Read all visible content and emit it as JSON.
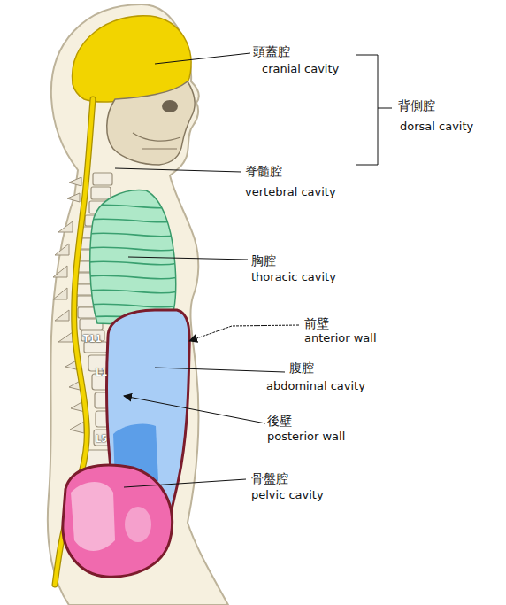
{
  "diagram": {
    "labels": [
      "頭蓋腔",
      "cranial cavity",
      "背側腔",
      "dorsal cavity",
      "脊髓腔",
      "vertebral cavity",
      "胸腔",
      "thoracic cavity",
      "前壁",
      "anterior wall",
      "腹腔",
      "abdominal cavity",
      "後壁",
      "posterior wall",
      "骨盤腔",
      "pelvic cavity",
      "T11",
      "L1",
      "L5"
    ]
  }
}
